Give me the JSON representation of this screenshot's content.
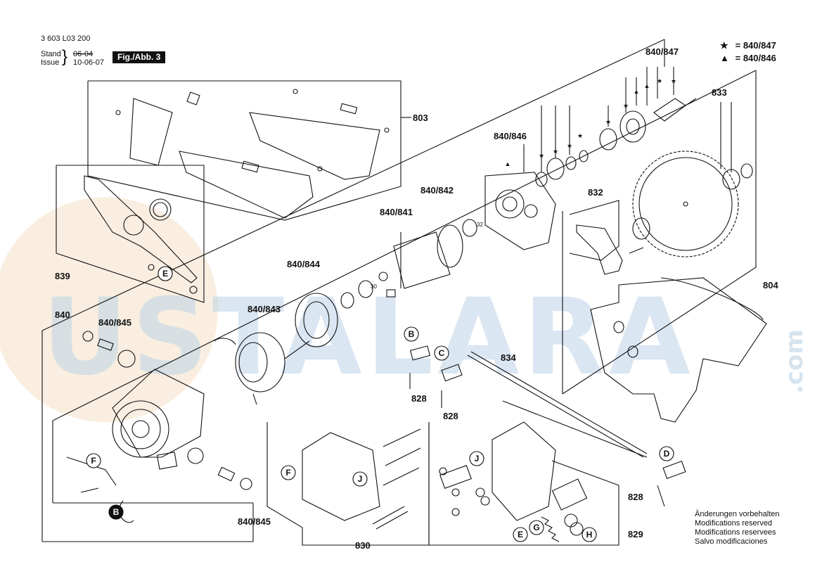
{
  "header": {
    "part_number": "3 603 L03 200",
    "stand_label": "Stand",
    "issue_label": "Issue",
    "stand_date": "06-04",
    "issue_date": "10-06-07",
    "figure": "Fig./Abb. 3"
  },
  "legend": [
    {
      "symbol": "★",
      "text": "= 840/847"
    },
    {
      "symbol": "▲",
      "text": "= 840/846"
    }
  ],
  "callouts": {
    "c803": "803",
    "c839": "839",
    "c840": "840",
    "c840_845a": "840/845",
    "c840_845b": "840/845",
    "c840_843": "840/843",
    "c840_844": "840/844",
    "c840_841": "840/841",
    "c840_842": "840/842",
    "c840_846": "840/846",
    "c840_847": "840/847",
    "c833": "833",
    "c832": "832",
    "c804": "804",
    "c834": "834",
    "c828a": "828",
    "c828b": "828",
    "c828c": "828",
    "c830": "830",
    "c829": "829",
    "n32": "32",
    "n30": "30"
  },
  "letters": {
    "E1": "E",
    "F1": "F",
    "B1": "B",
    "B2": "B",
    "C1": "C",
    "D1": "D",
    "F2": "F",
    "J1": "J",
    "J2": "J",
    "E2": "E",
    "G1": "G",
    "H1": "H"
  },
  "notes": [
    "Änderungen vorbehalten",
    "Modifications reserved",
    "Modifications reservees",
    "Salvo modificaciones"
  ],
  "watermark": {
    "main": "USTALARA",
    "suffix": ".com"
  },
  "colors": {
    "watermark_blue": "#bcd3e6",
    "watermark_orange": "#f4e0c6",
    "ink": "#111111"
  }
}
